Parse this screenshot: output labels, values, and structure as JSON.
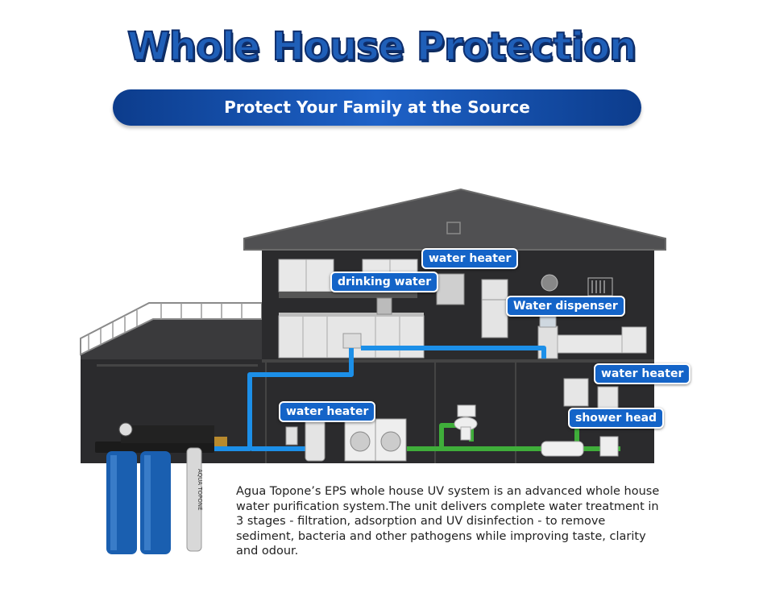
{
  "header": {
    "title": "Whole House Protection",
    "subtitle": "Protect Your Family at the Source"
  },
  "labels": {
    "water_heater_top": "water heater",
    "drinking_water": "drinking water",
    "water_dispenser": "Water dispenser",
    "water_heater_right": "water heater",
    "water_heater_left": "water heater",
    "shower_head": "shower head"
  },
  "product": {
    "brand_on_unit": "AQUA TOPONE"
  },
  "description": "Agua Topone’s EPS whole house UV system is an advanced whole house water purification system.The unit delivers complete water treatment in 3 stages - filtration, adsorption and UV disinfection - to remove sediment, bacteria and other pathogens while improving taste, clarity and odour.",
  "colors": {
    "title_blue": "#1f5fb8",
    "banner_blue": "#1e62c8",
    "house_dark": "#2b2b2d",
    "pipe_blue": "#1c8fe8",
    "pipe_green": "#3fae3a",
    "filter_blue": "#1a5fb0"
  }
}
